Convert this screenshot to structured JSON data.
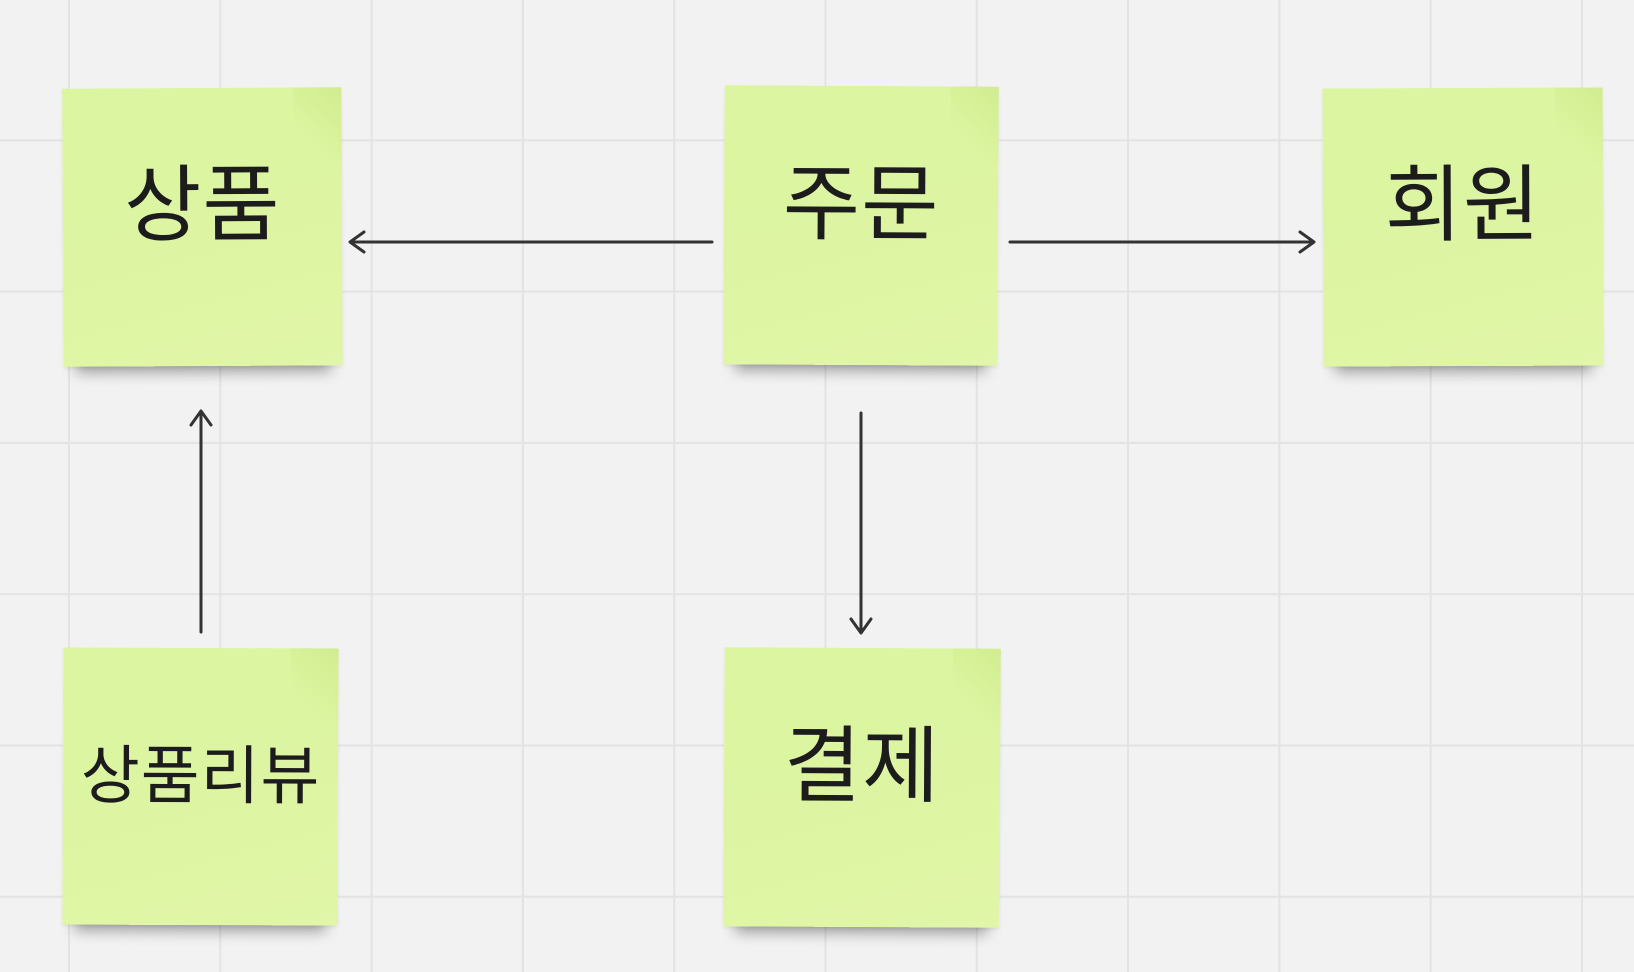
{
  "board": {
    "notes": {
      "product": "상품",
      "order": "주문",
      "member": "회원",
      "product_review": "상품리뷰",
      "payment": "결제"
    },
    "note_color": "#dcf5a1",
    "connector_color": "#333333",
    "connectors": [
      {
        "from": "주문",
        "to": "상품"
      },
      {
        "from": "주문",
        "to": "회원"
      },
      {
        "from": "주문",
        "to": "결제"
      },
      {
        "from": "상품리뷰",
        "to": "상품"
      }
    ]
  }
}
